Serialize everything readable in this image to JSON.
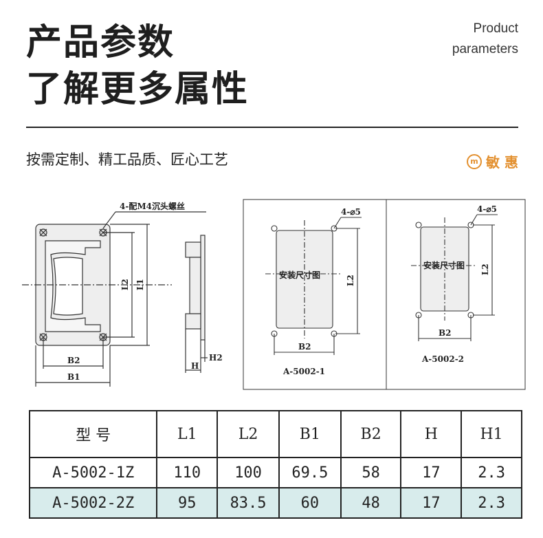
{
  "header": {
    "title_line1": "产品参数",
    "title_line2": "了解更多属性",
    "en_line1": "Product",
    "en_line2": "parameters"
  },
  "subtitle": "按需定制、精工品质、匠心工艺",
  "brand": {
    "name": "敏 惠",
    "logo_text": "m",
    "color": "#e3902f"
  },
  "drawings": {
    "main": {
      "callout": "4-配M4沉头螺丝",
      "dims": {
        "l1": "L1",
        "l2": "L2",
        "b1": "B1",
        "b2": "B2",
        "h": "H",
        "h2": "H2"
      }
    },
    "panel1": {
      "hole": "4-⌀5",
      "center": "安装尺寸图",
      "l2": "L2",
      "b2": "B2",
      "model": "A-5002-1"
    },
    "panel2": {
      "hole": "4-⌀5",
      "center": "安装尺寸图",
      "l2": "L2",
      "b2": "B2",
      "model": "A-5002-2"
    }
  },
  "table": {
    "headers": [
      "型 号",
      "L1",
      "L2",
      "B1",
      "B2",
      "H",
      "H1"
    ],
    "rows": [
      [
        "A-5002-1Z",
        "110",
        "100",
        "69.5",
        "58",
        "17",
        "2.3"
      ],
      [
        "A-5002-2Z",
        "95",
        "83.5",
        "60",
        "48",
        "17",
        "2.3"
      ]
    ]
  }
}
